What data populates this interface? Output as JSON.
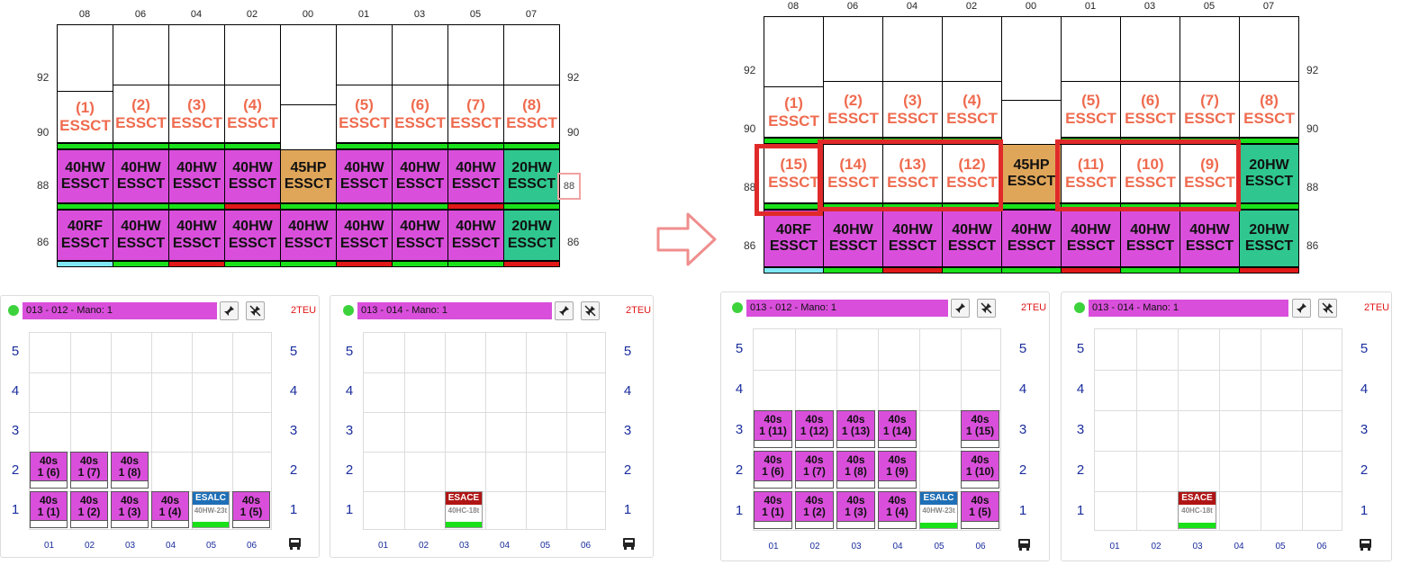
{
  "bay_labels_top": [
    "08",
    "06",
    "04",
    "02",
    "00",
    "01",
    "03",
    "05",
    "07"
  ],
  "tier_labels": {
    "t92": "92",
    "t90": "90",
    "t88": "88",
    "t86": "86"
  },
  "left_bay": {
    "row90": [
      {
        "num": "(1)",
        "op": "ESSCT"
      },
      {
        "num": "(2)",
        "op": "ESSCT"
      },
      {
        "num": "(3)",
        "op": "ESSCT"
      },
      {
        "num": "(4)",
        "op": "ESSCT"
      },
      null,
      {
        "num": "(5)",
        "op": "ESSCT"
      },
      {
        "num": "(6)",
        "op": "ESSCT"
      },
      {
        "num": "(7)",
        "op": "ESSCT"
      },
      {
        "num": "(8)",
        "op": "ESSCT"
      }
    ],
    "row88": [
      {
        "type": "40HW",
        "op": "ESSCT",
        "color": "pink",
        "bar": "g"
      },
      {
        "type": "40HW",
        "op": "ESSCT",
        "color": "pink",
        "bar": "g"
      },
      {
        "type": "40HW",
        "op": "ESSCT",
        "color": "pink",
        "bar": "g"
      },
      {
        "type": "40HW",
        "op": "ESSCT",
        "color": "pink",
        "bar": "r"
      },
      {
        "type": "45HP",
        "op": "ESSCT",
        "color": "orange",
        "bar": "g"
      },
      {
        "type": "40HW",
        "op": "ESSCT",
        "color": "pink",
        "bar": "g"
      },
      {
        "type": "40HW",
        "op": "ESSCT",
        "color": "pink",
        "bar": "g"
      },
      {
        "type": "40HW",
        "op": "ESSCT",
        "color": "pink",
        "bar": "r"
      },
      {
        "type": "20HW",
        "op": "ESSCT",
        "color": "green",
        "bar": "g"
      }
    ],
    "row86": [
      {
        "type": "40RF",
        "op": "ESSCT",
        "color": "pink",
        "bar": "c"
      },
      {
        "type": "40HW",
        "op": "ESSCT",
        "color": "pink",
        "bar": "g"
      },
      {
        "type": "40HW",
        "op": "ESSCT",
        "color": "pink",
        "bar": "r"
      },
      {
        "type": "40HW",
        "op": "ESSCT",
        "color": "pink",
        "bar": "g"
      },
      {
        "type": "40HW",
        "op": "ESSCT",
        "color": "pink",
        "bar": "g"
      },
      {
        "type": "40HW",
        "op": "ESSCT",
        "color": "pink",
        "bar": "r"
      },
      {
        "type": "40HW",
        "op": "ESSCT",
        "color": "pink",
        "bar": "g"
      },
      {
        "type": "40HW",
        "op": "ESSCT",
        "color": "pink",
        "bar": "g"
      },
      {
        "type": "20HW",
        "op": "ESSCT",
        "color": "green",
        "bar": "r"
      }
    ]
  },
  "right_bay": {
    "row90": [
      {
        "num": "(1)",
        "op": "ESSCT"
      },
      {
        "num": "(2)",
        "op": "ESSCT"
      },
      {
        "num": "(3)",
        "op": "ESSCT"
      },
      {
        "num": "(4)",
        "op": "ESSCT"
      },
      null,
      {
        "num": "(5)",
        "op": "ESSCT"
      },
      {
        "num": "(6)",
        "op": "ESSCT"
      },
      {
        "num": "(7)",
        "op": "ESSCT"
      },
      {
        "num": "(8)",
        "op": "ESSCT"
      }
    ],
    "row88": [
      {
        "num": "(15)",
        "op": "ESSCT",
        "color": "blank"
      },
      {
        "num": "(14)",
        "op": "ESSCT",
        "color": "blank"
      },
      {
        "num": "(13)",
        "op": "ESSCT",
        "color": "blank"
      },
      {
        "num": "(12)",
        "op": "ESSCT",
        "color": "blank"
      },
      {
        "type": "45HP",
        "op": "ESSCT",
        "color": "orange"
      },
      {
        "num": "(11)",
        "op": "ESSCT",
        "color": "blank"
      },
      {
        "num": "(10)",
        "op": "ESSCT",
        "color": "blank"
      },
      {
        "num": "(9)",
        "op": "ESSCT",
        "color": "blank"
      },
      {
        "type": "20HW",
        "op": "ESSCT",
        "color": "green"
      }
    ],
    "row86": [
      {
        "type": "40RF",
        "op": "ESSCT",
        "color": "pink",
        "bar": "c"
      },
      {
        "type": "40HW",
        "op": "ESSCT",
        "color": "pink",
        "bar": "g"
      },
      {
        "type": "40HW",
        "op": "ESSCT",
        "color": "pink",
        "bar": "r"
      },
      {
        "type": "40HW",
        "op": "ESSCT",
        "color": "pink",
        "bar": "g"
      },
      {
        "type": "40HW",
        "op": "ESSCT",
        "color": "pink",
        "bar": "g"
      },
      {
        "type": "40HW",
        "op": "ESSCT",
        "color": "pink",
        "bar": "r"
      },
      {
        "type": "40HW",
        "op": "ESSCT",
        "color": "pink",
        "bar": "g"
      },
      {
        "type": "40HW",
        "op": "ESSCT",
        "color": "pink",
        "bar": "g"
      },
      {
        "type": "20HW",
        "op": "ESSCT",
        "color": "green",
        "bar": "r"
      }
    ]
  },
  "panels": {
    "p1": {
      "title": "013 - 012 - Mano: 1",
      "teu": "2TEU",
      "pin_icon": "pin-icon",
      "unpin_icon": "unpin-icon",
      "truck_icon": "truck-icon"
    },
    "p2": {
      "title": "013 - 014 - Mano: 1",
      "teu": "2TEU",
      "pin_icon": "pin-icon",
      "unpin_icon": "unpin-icon",
      "truck_icon": "truck-icon"
    },
    "p3": {
      "title": "013 - 012 - Mano: 1",
      "teu": "2TEU",
      "pin_icon": "pin-icon",
      "unpin_icon": "unpin-icon",
      "truck_icon": "truck-icon"
    },
    "p4": {
      "title": "013 - 014 - Mano: 1",
      "teu": "2TEU",
      "pin_icon": "pin-icon",
      "unpin_icon": "unpin-icon",
      "truck_icon": "truck-icon"
    }
  },
  "grid_rows": [
    "5",
    "4",
    "3",
    "2",
    "1"
  ],
  "grid_cols": [
    "01",
    "02",
    "03",
    "04",
    "05",
    "06"
  ],
  "p1_boxes": [
    {
      "l1": "40s",
      "l2": "1 (6)"
    },
    {
      "l1": "40s",
      "l2": "1 (7)"
    },
    {
      "l1": "40s",
      "l2": "1 (8)"
    },
    {
      "l1": "40s",
      "l2": "1 (1)"
    },
    {
      "l1": "40s",
      "l2": "1 (2)"
    },
    {
      "l1": "40s",
      "l2": "1 (3)"
    },
    {
      "l1": "40s",
      "l2": "1 (4)"
    },
    {
      "l1": "40s",
      "l2": "1 (5)"
    }
  ],
  "p3_boxes": [
    {
      "l1": "40s",
      "l2": "1 (11)"
    },
    {
      "l1": "40s",
      "l2": "1 (12)"
    },
    {
      "l1": "40s",
      "l2": "1 (13)"
    },
    {
      "l1": "40s",
      "l2": "1 (14)"
    },
    {
      "l1": "40s",
      "l2": "1 (15)"
    },
    {
      "l1": "40s",
      "l2": "1 (6)"
    },
    {
      "l1": "40s",
      "l2": "1 (7)"
    },
    {
      "l1": "40s",
      "l2": "1 (8)"
    },
    {
      "l1": "40s",
      "l2": "1 (9)"
    },
    {
      "l1": "40s",
      "l2": "1 (10)"
    },
    {
      "l1": "40s",
      "l2": "1 (1)"
    },
    {
      "l1": "40s",
      "l2": "1 (2)"
    },
    {
      "l1": "40s",
      "l2": "1 (3)"
    },
    {
      "l1": "40s",
      "l2": "1 (4)"
    },
    {
      "l1": "40s",
      "l2": "1 (5)"
    }
  ],
  "tags": {
    "esalc": {
      "head": "ESALC",
      "sub": "40HW-23t",
      "color": "#1f6fb6"
    },
    "esace": {
      "head": "ESACE",
      "sub": "40HC-18t",
      "color": "#b01515"
    }
  },
  "arrow_icon": "right-arrow-icon"
}
